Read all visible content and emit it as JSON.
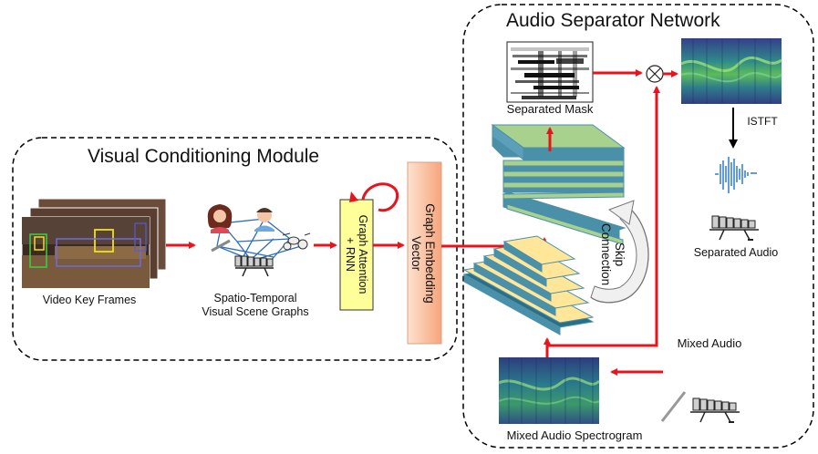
{
  "visual_module": {
    "title": "Visual Conditioning Module",
    "video_frames_label": "Video Key Frames",
    "scene_graph_label_line1": "Spatio-Temporal",
    "scene_graph_label_line2": "Visual Scene Graphs",
    "gat_label_line1": "Graph Attention",
    "gat_label_line2": "+ RNN",
    "embedding_label_line1": "Graph Embedding",
    "embedding_label_line2": "Vector"
  },
  "audio_network": {
    "title": "Audio Separator Network",
    "separated_mask_label": "Separated Mask",
    "istft_label": "ISTFT",
    "separated_audio_label": "Separated Audio",
    "skip_connection_line1": "Skip",
    "skip_connection_line2": "Connection",
    "mixed_audio_label": "Mixed Audio",
    "mixed_spectrogram_label": "Mixed Audio Spectrogram",
    "multiply_symbol": "×"
  },
  "colors": {
    "arrow_red": "#e8131b",
    "gat_box": "#ffff99",
    "embedding_box": "#f9b58e",
    "decoder_layer": "#a9d18e",
    "encoder_layer": "#ffe699",
    "layer_edge": "#4a90a8",
    "spectrogram_bg": "#2f4d8a"
  },
  "icons": [
    "video-frames",
    "person-female-avatar",
    "person-male-avatar",
    "drum-kit",
    "xylophone",
    "waveform",
    "spectrogram",
    "mask",
    "multiply-node"
  ]
}
